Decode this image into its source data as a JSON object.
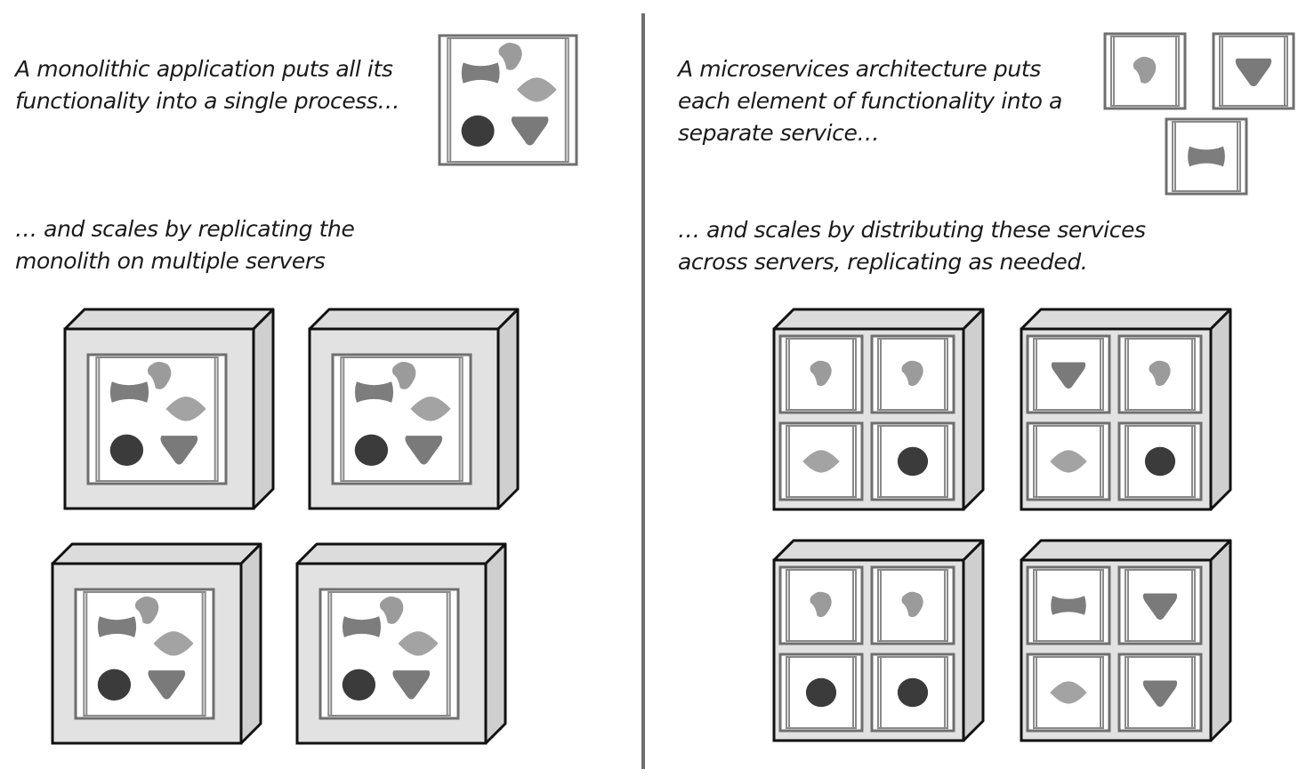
{
  "monolith": {
    "intro_text": "A monolithic application puts all its functionality into a single process…",
    "scaling_text": "… and scales by replicating the monolith on multiple servers"
  },
  "microservices": {
    "intro_text": "A microservices architecture puts each element of functionality into a separate service…",
    "scaling_text": "… and scales by distributing these services across servers, replicating as needed."
  },
  "function_shapes": {
    "blob": "#9b9b9b",
    "bowtie": "#7d7d7d",
    "diamond": "#a3a3a3",
    "circle": "#3b3b3b",
    "triangle": "#7a7a7a"
  },
  "micro_servers": [
    [
      "blob",
      "blob",
      "diamond",
      "circle"
    ],
    [
      "triangle",
      "blob",
      "diamond",
      "circle"
    ],
    [
      "blob",
      "blob",
      "circle",
      "circle"
    ],
    [
      "bowtie",
      "triangle",
      "diamond",
      "triangle"
    ]
  ]
}
